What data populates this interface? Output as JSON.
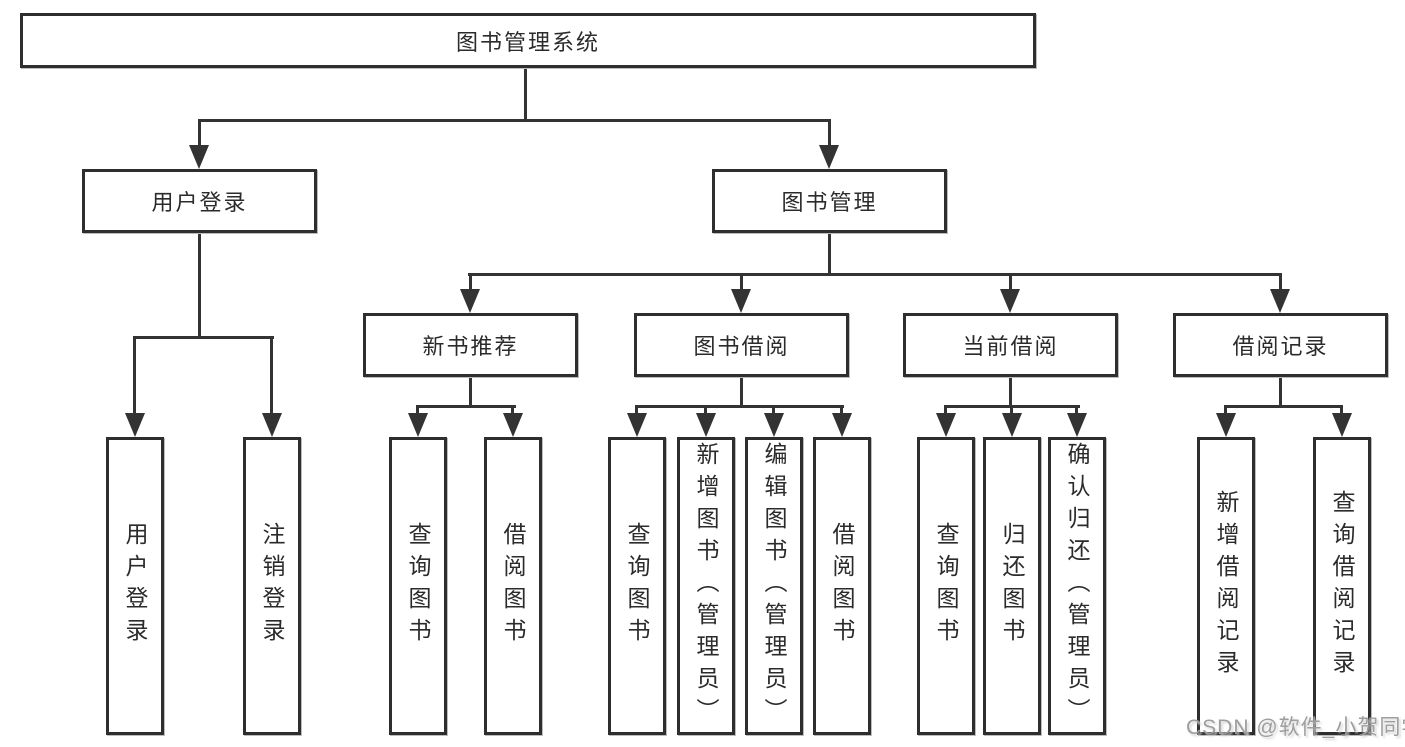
{
  "diagram": {
    "root": {
      "label": "图书管理系统"
    },
    "level1": [
      {
        "label": "用户登录"
      },
      {
        "label": "图书管理"
      }
    ],
    "level2": [
      {
        "label": "新书推荐"
      },
      {
        "label": "图书借阅"
      },
      {
        "label": "当前借阅"
      },
      {
        "label": "借阅记录"
      }
    ],
    "leaves": {
      "login": [
        "用户登录",
        "注销登录"
      ],
      "recommend": [
        "查询图书",
        "借阅图书"
      ],
      "borrow": [
        "查询图书",
        "新增图书（管理员）",
        "编辑图书（管理员）",
        "借阅图书"
      ],
      "current": [
        "查询图书",
        "归还图书",
        "确认归还（管理员）"
      ],
      "records": [
        "新增借阅记录",
        "查询借阅记录"
      ]
    },
    "watermark": "CSDN @软件_小贺同学",
    "colors": {
      "line": "#333333",
      "box_border": "#2e2e2e",
      "text": "#2b2b2b",
      "background": "#ffffff",
      "watermark": "#9e9e9e"
    }
  }
}
